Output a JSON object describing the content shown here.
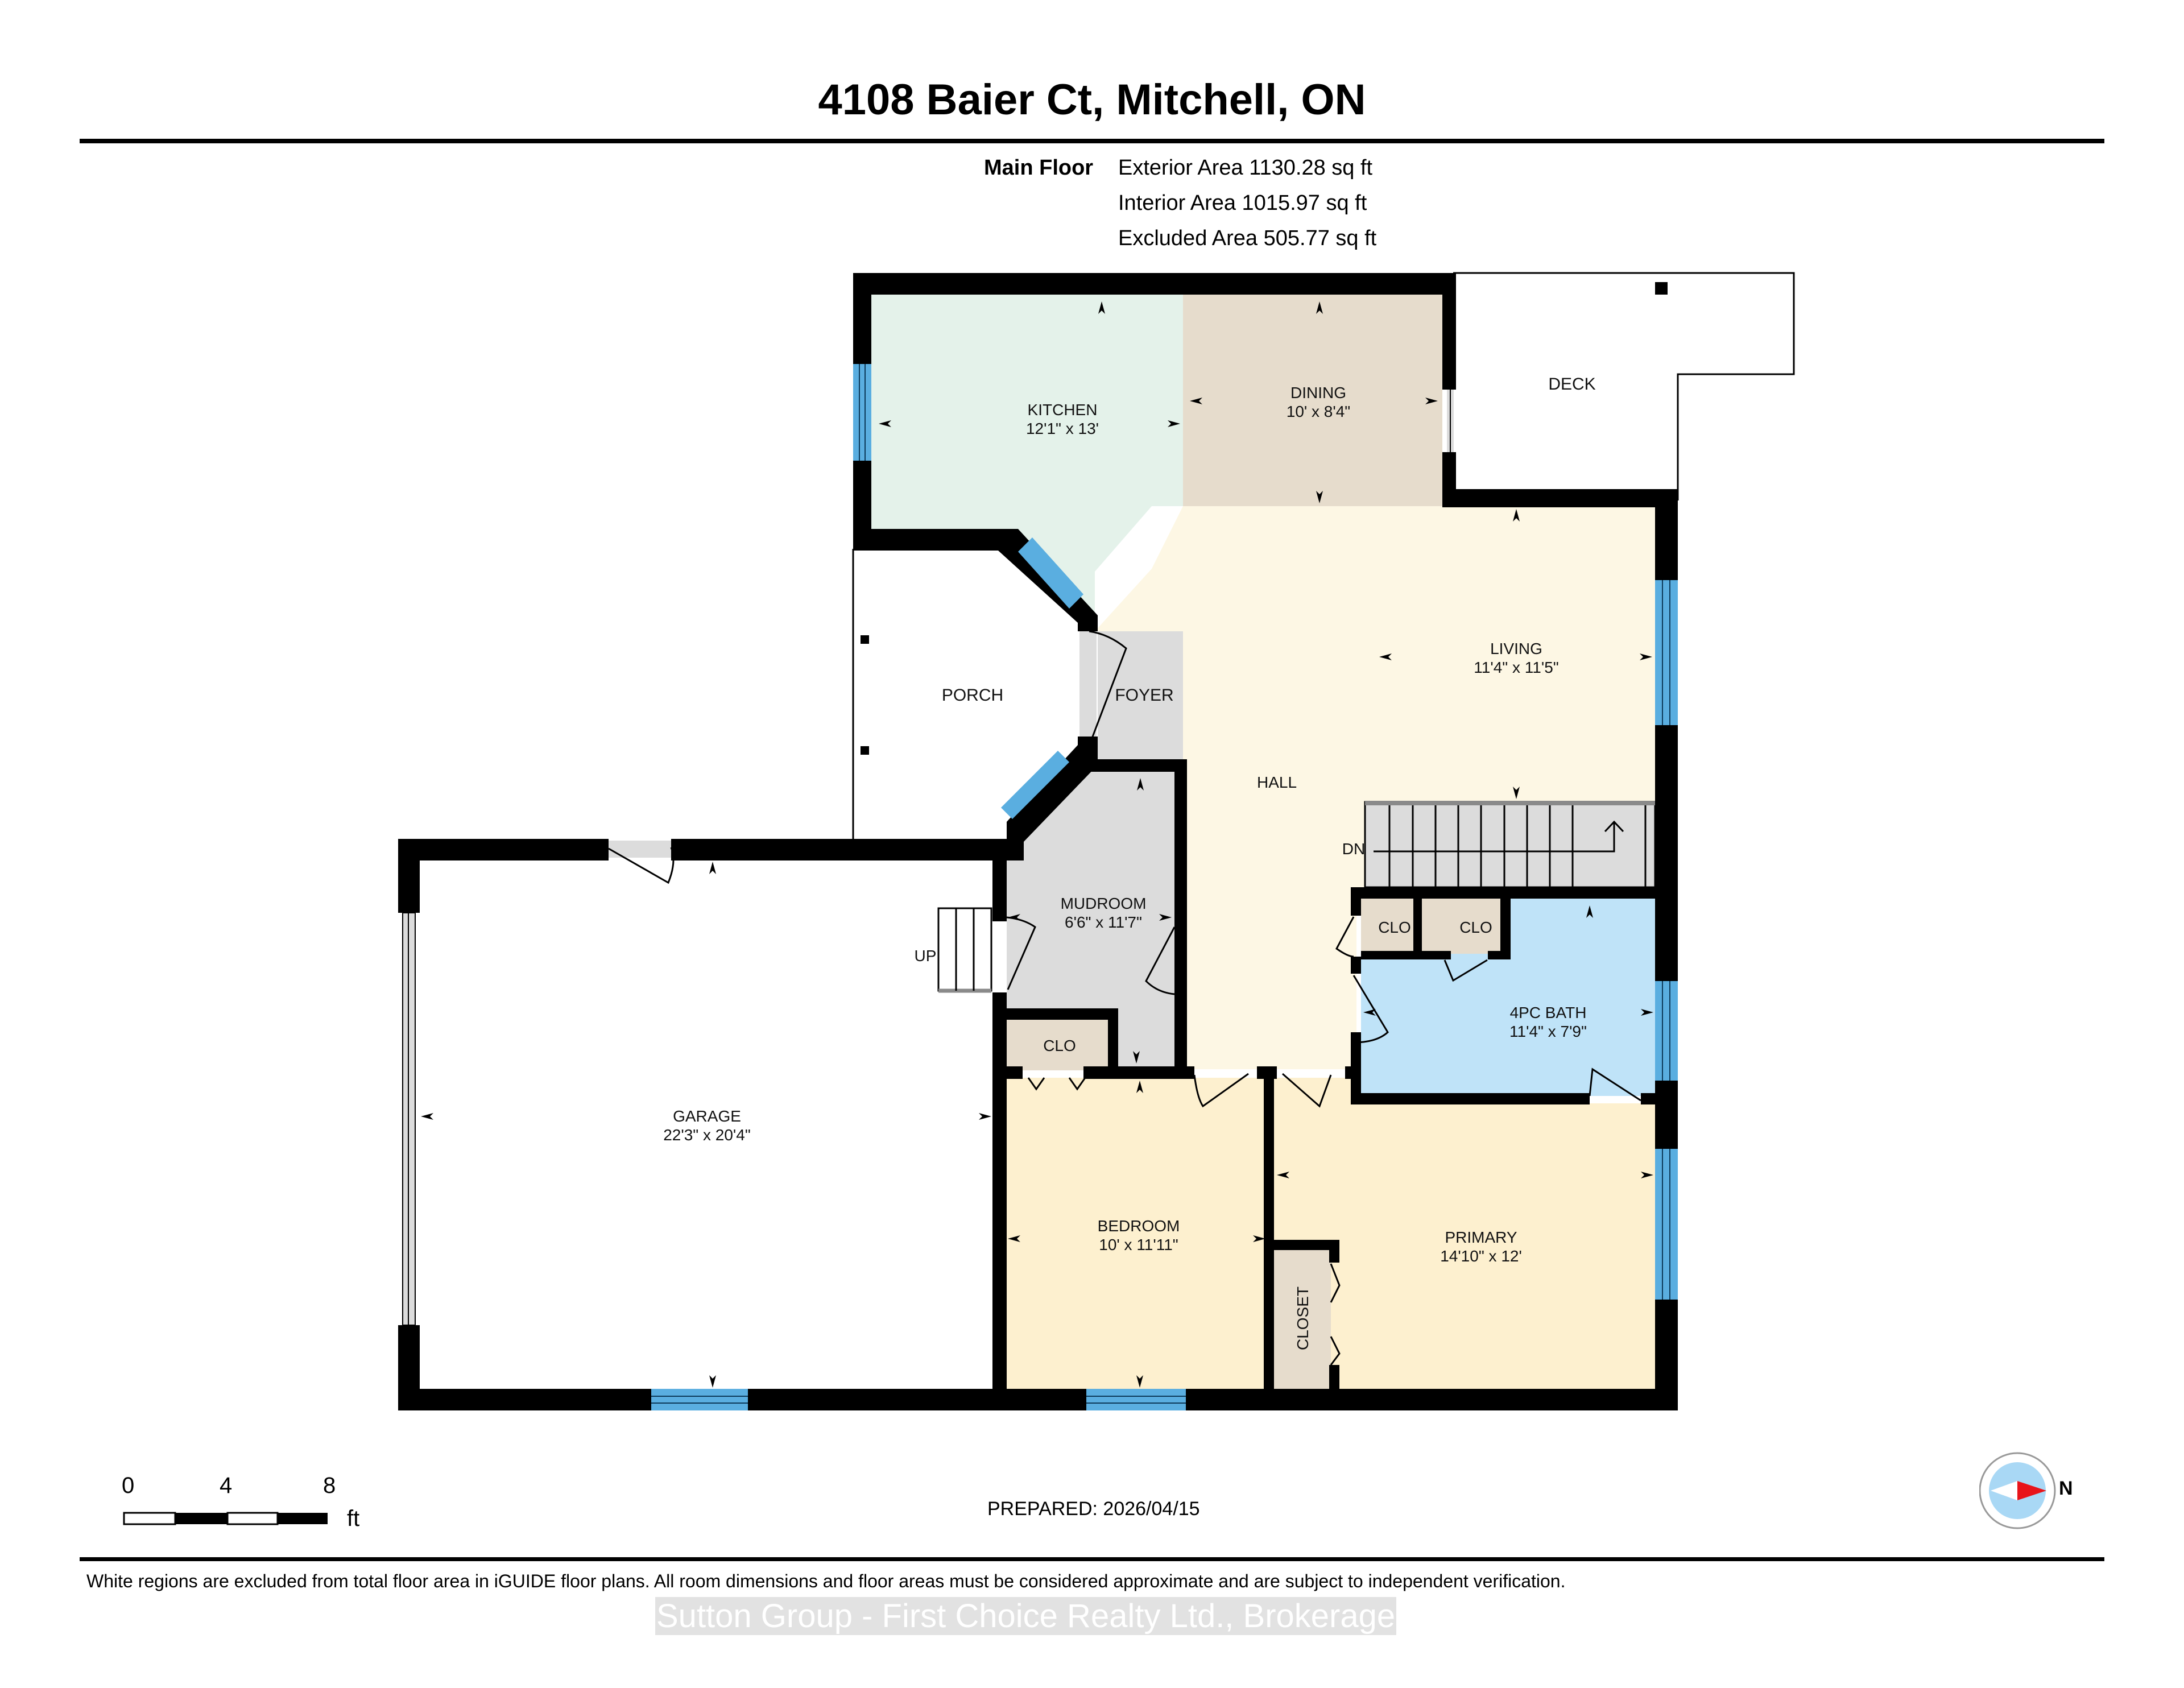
{
  "header": {
    "title": "4108 Baier Ct, Mitchell, ON"
  },
  "summary": {
    "floor_label": "Main Floor",
    "lines": [
      "Exterior Area 1130.28 sq ft",
      "Interior Area 1015.97 sq ft",
      "Excluded Area 505.77 sq ft"
    ]
  },
  "rooms": {
    "kitchen": {
      "name": "KITCHEN",
      "dims": "12'1\" x 13'",
      "color": "#e4f2ea"
    },
    "dining": {
      "name": "DINING",
      "dims": "10' x 8'4\"",
      "color": "#e6dccc"
    },
    "deck": {
      "name": "DECK",
      "color": "#ffffff"
    },
    "porch": {
      "name": "PORCH",
      "color": "#ffffff"
    },
    "foyer": {
      "name": "FOYER",
      "color": "#dcdcdc"
    },
    "living": {
      "name": "LIVING",
      "dims": "11'4\" x 11'5\"",
      "color": "#fdf7e4"
    },
    "hall": {
      "name": "HALL",
      "color": "#fdf7e4"
    },
    "mudroom": {
      "name": "MUDROOM",
      "dims": "6'6\" x 11'7\"",
      "color": "#dcdcdc"
    },
    "garage": {
      "name": "GARAGE",
      "dims": "22'3\" x 20'4\"",
      "color": "#ffffff"
    },
    "bath": {
      "name": "4PC BATH",
      "dims": "11'4\" x 7'9\"",
      "color": "#bfe3f8"
    },
    "bedroom": {
      "name": "BEDROOM",
      "dims": "10' x 11'11\"",
      "color": "#fdf0cf"
    },
    "primary": {
      "name": "PRIMARY",
      "dims": "14'10\" x 12'",
      "color": "#fdf0cf"
    },
    "closet": {
      "name": "CLOSET",
      "color": "#e6dccc"
    },
    "clo_mudroom": {
      "name": "CLO",
      "color": "#e6dccc"
    },
    "clo_hall_1": {
      "name": "CLO",
      "color": "#e6dccc"
    },
    "clo_hall_2": {
      "name": "CLO",
      "color": "#e6dccc"
    }
  },
  "stairs": {
    "down_label": "DN",
    "up_label": "UP"
  },
  "colors": {
    "wall": "#000000",
    "window": "#5aaee0",
    "door_threshold": "#d8d8d8"
  },
  "scale_bar": {
    "ticks": [
      "0",
      "4",
      "8"
    ],
    "unit": "ft"
  },
  "compass": {
    "north_label": "N"
  },
  "footer": {
    "prepared": "PREPARED: 2026/04/15",
    "disclaimer": "White regions are excluded from total floor area in iGUIDE floor plans. All room dimensions and floor areas must be considered approximate and are subject to independent verification.",
    "brokerage": "Sutton Group - First Choice Realty Ltd., Brokerage"
  }
}
